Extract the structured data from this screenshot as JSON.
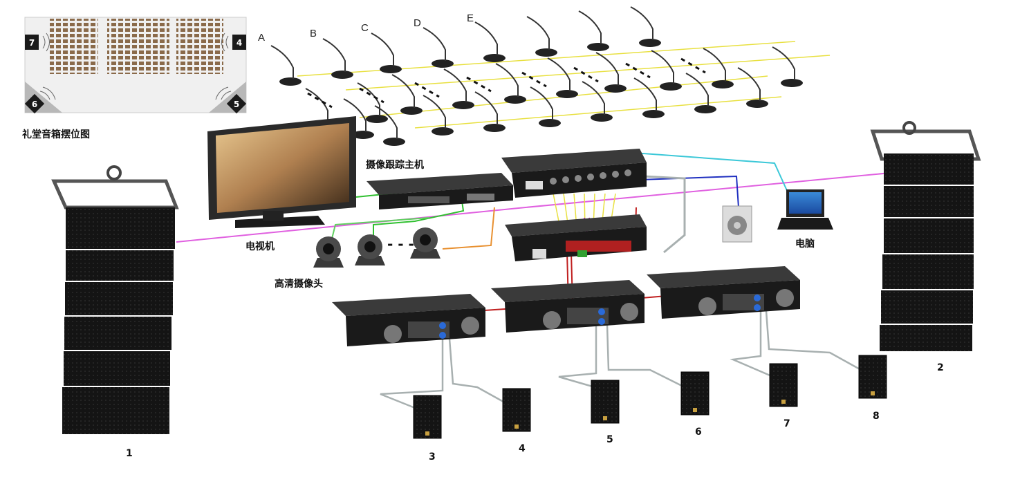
{
  "inset": {
    "caption": "礼堂音箱摆位图",
    "corner_numbers": [
      "7",
      "4",
      "6",
      "5"
    ]
  },
  "mic_columns": [
    "A",
    "B",
    "C",
    "D",
    "E"
  ],
  "labels": {
    "tv": "电视机",
    "camera_host": "摄像跟踪主机",
    "hd_camera": "高清摄像头",
    "computer": "电脑"
  },
  "speaker_numbers": [
    "1",
    "2",
    "3",
    "4",
    "5",
    "6",
    "7",
    "8"
  ],
  "colors": {
    "pink_cable": "#e060e0",
    "cyan_cable": "#3cc8d8",
    "blue_cable": "#2030c0",
    "green_cable": "#30c030",
    "yellow_cable": "#e8e040",
    "orange_cable": "#e89030",
    "red_cable": "#c02020",
    "gray_cable": "#a8b0b0",
    "device_black": "#1a1a1a"
  }
}
